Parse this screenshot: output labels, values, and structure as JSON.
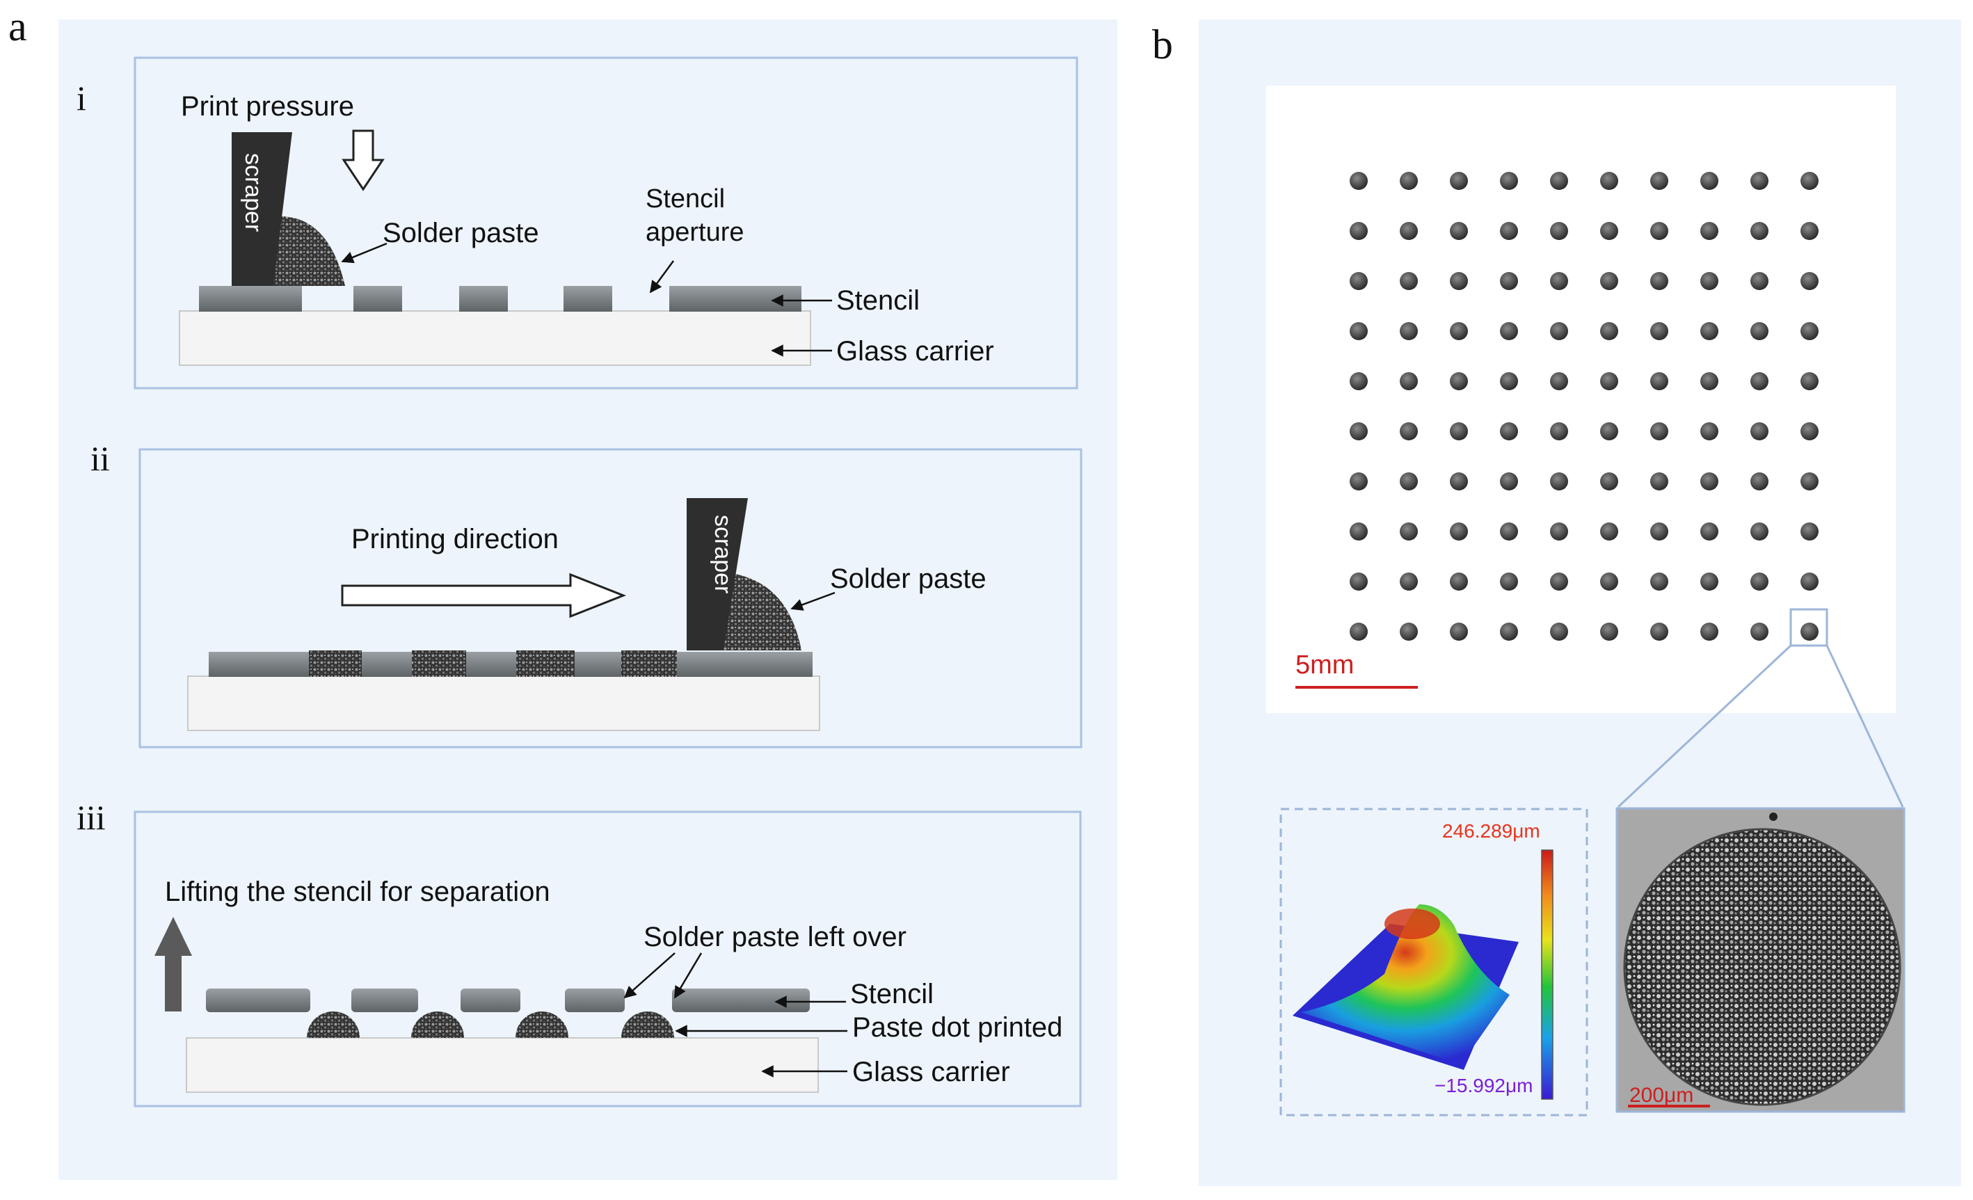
{
  "panels": {
    "a": "a",
    "b": "b"
  },
  "steps": {
    "i": {
      "numeral": "i",
      "print_pressure": "Print pressure",
      "scraper": "scraper",
      "solder_paste": "Solder paste",
      "stencil_aperture_line1": "Stencil",
      "stencil_aperture_line2": "aperture",
      "stencil": "Stencil",
      "glass_carrier": "Glass carrier"
    },
    "ii": {
      "numeral": "ii",
      "printing_direction": "Printing direction",
      "scraper": "scraper",
      "solder_paste": "Solder paste"
    },
    "iii": {
      "numeral": "iii",
      "lifting": "Lifting the stencil for separation",
      "left_over": "Solder paste left over",
      "stencil": "Stencil",
      "paste_dot": "Paste dot printed",
      "glass_carrier": "Glass carrier"
    }
  },
  "panel_b": {
    "dot_grid": {
      "rows": 10,
      "cols": 10
    },
    "scale_bar_main": "5mm",
    "scale_bar_zoom": "200μm",
    "colorbar_max": "246.289μm",
    "colorbar_min": "−15.992μm"
  },
  "colors": {
    "panel_bg": "#edf4fb",
    "frame": "#a9c1e3",
    "stencil": "#7b7f82",
    "scraper": "#2e2e2e",
    "paste": "#3a3a3a",
    "glass": "#f4f4f4",
    "accent_red": "#cc1f1f",
    "colorbar_max_text": "#e8331c",
    "colorbar_min_text": "#7a1fd6"
  }
}
